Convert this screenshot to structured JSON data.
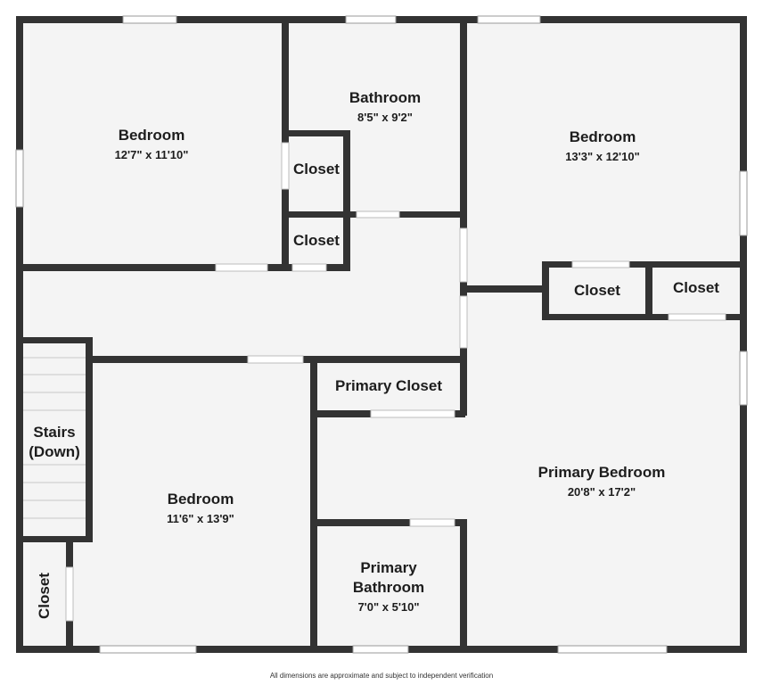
{
  "rooms": {
    "bedroom_nw": {
      "name": "Bedroom",
      "dims": "12'7\" x 11'10\""
    },
    "bathroom": {
      "name": "Bathroom",
      "dims": "8'5\" x 9'2\""
    },
    "bedroom_ne": {
      "name": "Bedroom",
      "dims": "13'3\" x 12'10\""
    },
    "closet_upper": {
      "name": "Closet"
    },
    "closet_lower": {
      "name": "Closet"
    },
    "closet_east_1": {
      "name": "Closet"
    },
    "closet_east_2": {
      "name": "Closet"
    },
    "primary_closet": {
      "name": "Primary Closet"
    },
    "stairs": {
      "name": "Stairs",
      "sub": "(Down)"
    },
    "bedroom_sw": {
      "name": "Bedroom",
      "dims": "11'6\" x 13'9\""
    },
    "primary_bedroom": {
      "name": "Primary Bedroom",
      "dims": "20'8\" x 17'2\""
    },
    "primary_bathroom": {
      "name": "Primary",
      "name2": "Bathroom",
      "dims": "7'0\" x 5'10\""
    },
    "closet_sw": {
      "name": "Closet"
    }
  },
  "disclaimer": "All dimensions are approximate and subject to independent verification",
  "colors": {
    "wall": "#333333",
    "floor": "#f4f4f4",
    "window": "#ffffff",
    "text": "#1d1d1d"
  }
}
